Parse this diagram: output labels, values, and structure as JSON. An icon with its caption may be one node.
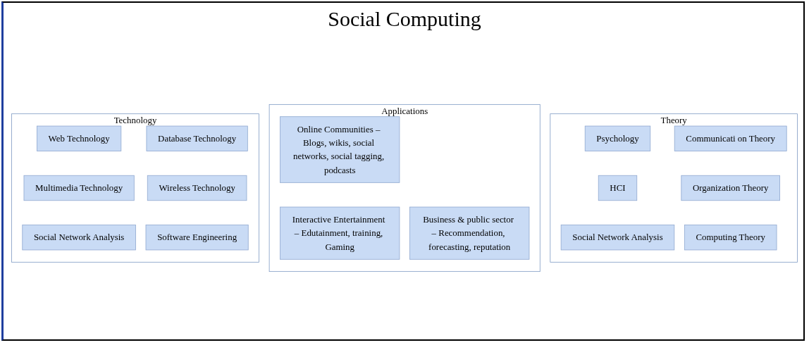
{
  "diagram": {
    "title": "Social Computing",
    "nodes": [
      {
        "text": [
          "Theory"
        ]
      },
      {
        "text": [
          "Psychology"
        ],
        "in": 0
      },
      {
        "text": [
          "Communicati on Theory"
        ],
        "in": 0
      },
      {
        "text": [
          "HCI"
        ],
        "in": 0
      },
      {
        "text": [
          "Organization Theory"
        ],
        "in": 0
      },
      {
        "text": [
          "Social Network Analysis"
        ],
        "in": 0
      },
      {
        "text": [
          "Computing Theory"
        ],
        "in": 0
      },
      {
        "text": [
          "Applications"
        ]
      },
      {
        "text": [
          "Online Communities – Blogs, wikis, social networks, social tagging, podcasts"
        ],
        "in": 7
      },
      {
        "text": [
          "Business & public sector – Recommendation, forecasting, reputation"
        ],
        "in": 7
      },
      {
        "text": [
          "Interactive Entertainment – Edutainment, training, Gaming"
        ],
        "in": 7
      },
      {
        "text": [
          "Technology"
        ]
      },
      {
        "text": [
          "Web Technology"
        ],
        "in": 11
      },
      {
        "text": [
          "Database Technology"
        ],
        "in": 11
      },
      {
        "text": [
          "Multimedia Technology"
        ],
        "in": 11
      },
      {
        "text": [
          "Wireless Technology"
        ],
        "in": 11
      },
      {
        "text": [
          "Social Network Analysis"
        ],
        "in": 11
      },
      {
        "text": [
          "Software Engineering"
        ],
        "in": 11
      }
    ],
    "edges": []
  }
}
